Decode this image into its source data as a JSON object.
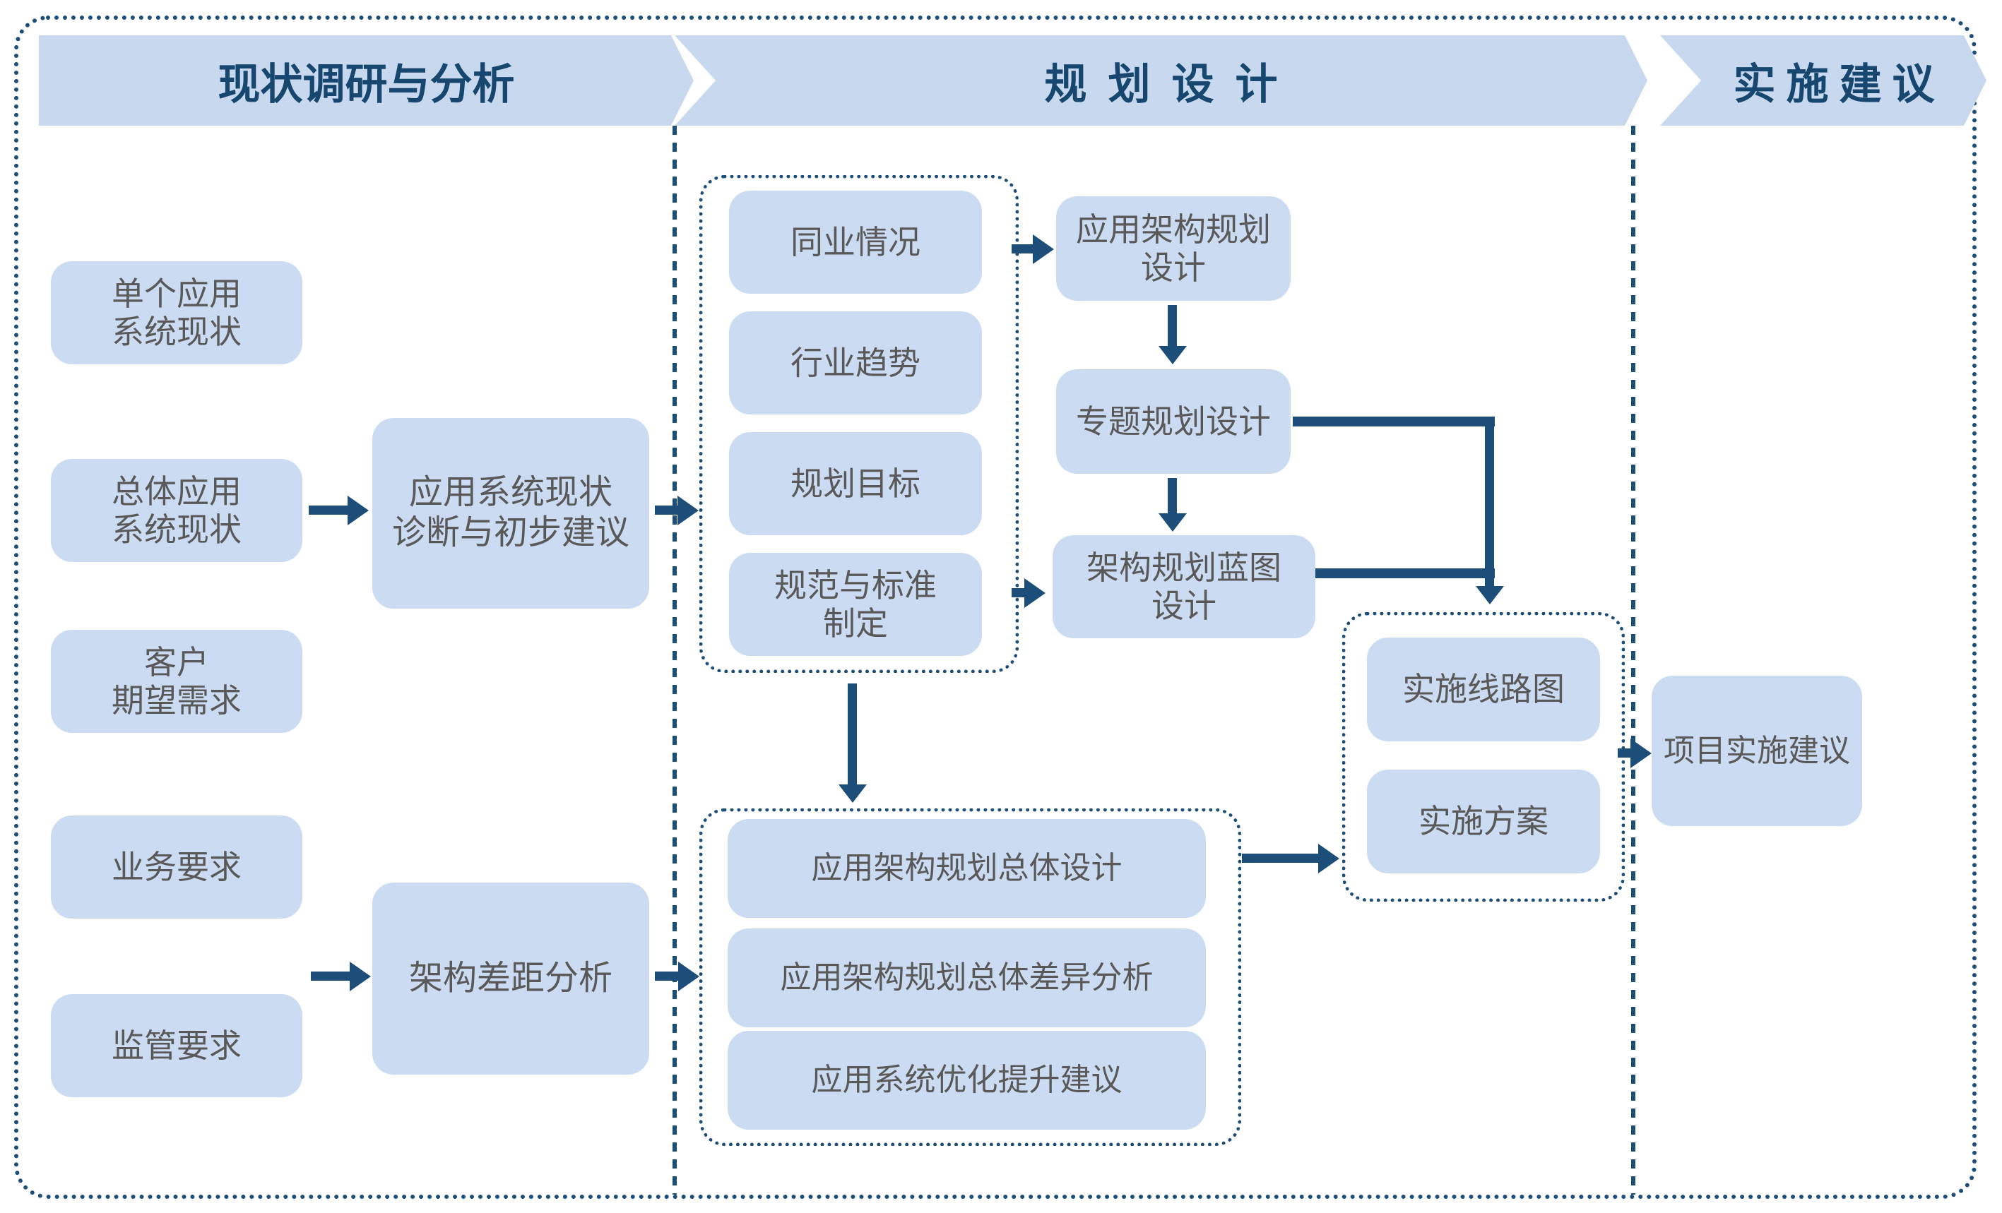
{
  "phases": {
    "research": {
      "title": "现状调研与分析"
    },
    "planning": {
      "title": "规划设计"
    },
    "implementation": {
      "title": "实施建议"
    }
  },
  "nodes": {
    "single_app": {
      "label": "单个应用\n系统现状"
    },
    "overall_app": {
      "label": "总体应用\n系统现状"
    },
    "customer": {
      "label": "客户\n期望需求"
    },
    "business": {
      "label": "业务要求"
    },
    "regulatory": {
      "label": "监管要求"
    },
    "diagnosis": {
      "label": "应用系统现状\n诊断与初步建议"
    },
    "gap": {
      "label": "架构差距分析"
    },
    "peer": {
      "label": "同业情况"
    },
    "trend": {
      "label": "行业趋势"
    },
    "goal": {
      "label": "规划目标"
    },
    "standard": {
      "label": "规范与标准\n制定"
    },
    "app_arch_design": {
      "label": "应用架构规划\n设计"
    },
    "special_design": {
      "label": "专题规划设计"
    },
    "blueprint": {
      "label": "架构规划蓝图\n设计"
    },
    "overall_design": {
      "label": "应用架构规划总体设计"
    },
    "overall_gap": {
      "label": "应用架构规划总体差异分析"
    },
    "optimize": {
      "label": "应用系统优化提升建议"
    },
    "roadmap": {
      "label": "实施线路图"
    },
    "impl_plan": {
      "label": "实施方案"
    },
    "project_impl": {
      "label": "项目实施建议"
    }
  },
  "colors": {
    "chevron_fill": "#c7d8ef",
    "node_fill": "#cbdcf2",
    "header_text": "#17476f",
    "node_text": "#595959",
    "connector": "#1c4e79"
  }
}
